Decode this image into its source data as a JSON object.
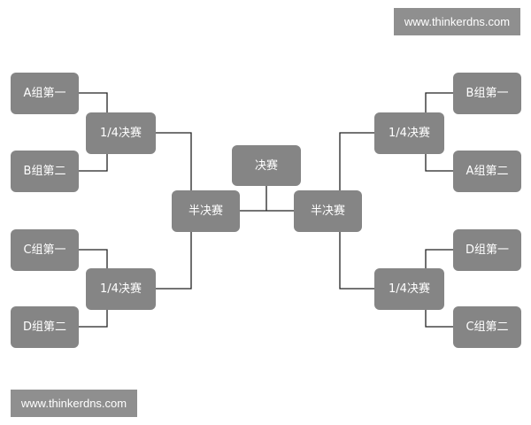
{
  "watermark": {
    "top_text": "www.thinkerdns.com",
    "bottom_text": "www.thinkerdns.com"
  },
  "bracket": {
    "left": {
      "teams": [
        "A组第一",
        "B组第二",
        "C组第一",
        "D组第二"
      ],
      "quarterfinals": [
        "1/4决赛",
        "1/4决赛"
      ],
      "semifinal": "半决赛"
    },
    "right": {
      "teams": [
        "B组第一",
        "A组第二",
        "D组第一",
        "C组第二"
      ],
      "quarterfinals": [
        "1/4决赛",
        "1/4决赛"
      ],
      "semifinal": "半决赛"
    },
    "final": "决赛"
  },
  "colors": {
    "node_fill": "#858585",
    "node_text": "#ffffff",
    "connector": "#222222",
    "watermark_fill": "#8f8f8f"
  }
}
